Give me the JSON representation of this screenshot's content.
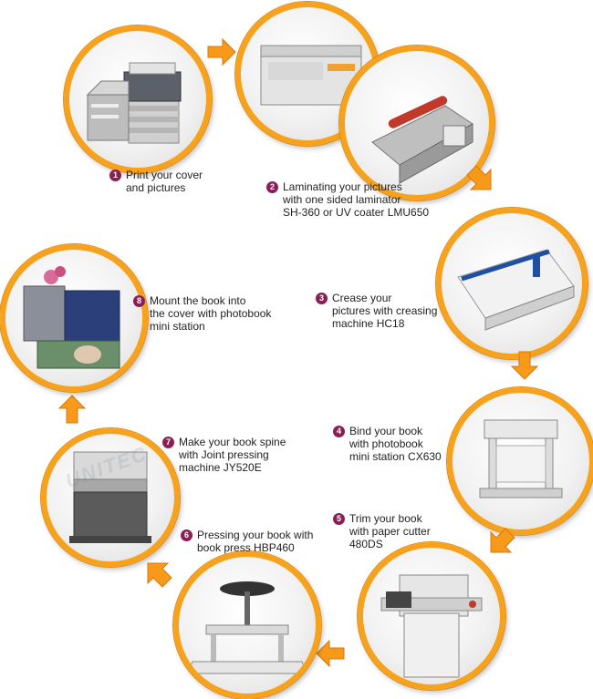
{
  "colors": {
    "circle_border": "#f7a21c",
    "arrow": "#f79a1a",
    "badge": "#8a1f55",
    "text": "#222222"
  },
  "steps": [
    {
      "number": "1",
      "text": "Print your cover\nand pictures",
      "image": "printer-image"
    },
    {
      "number": "2",
      "text": "Laminating your pictures\nwith one sided laminator\nSH-360 or UV coater LMU650",
      "image": "laminator-image"
    },
    {
      "number": "3",
      "text": "Crease your\npictures with creasing\nmachine HC18",
      "image": "creasing-machine-image"
    },
    {
      "number": "4",
      "text": "Bind your book\nwith photobook\nmini station CX630",
      "image": "mini-station-image"
    },
    {
      "number": "5",
      "text": "Trim your book\nwith paper cutter\n480DS",
      "image": "paper-cutter-image"
    },
    {
      "number": "6",
      "text": "Pressing your book with\nbook press HBP460",
      "image": "book-press-image"
    },
    {
      "number": "7",
      "text": "Make your book spine\nwith Joint pressing\nmachine JY520E",
      "image": "joint-press-image"
    },
    {
      "number": "8",
      "text": "Mount the book into\nthe cover with photobook\nmini station",
      "image": "photobook-image"
    }
  ],
  "watermark": "UNITEC",
  "arrow_icon": "orange-arrow-icon"
}
